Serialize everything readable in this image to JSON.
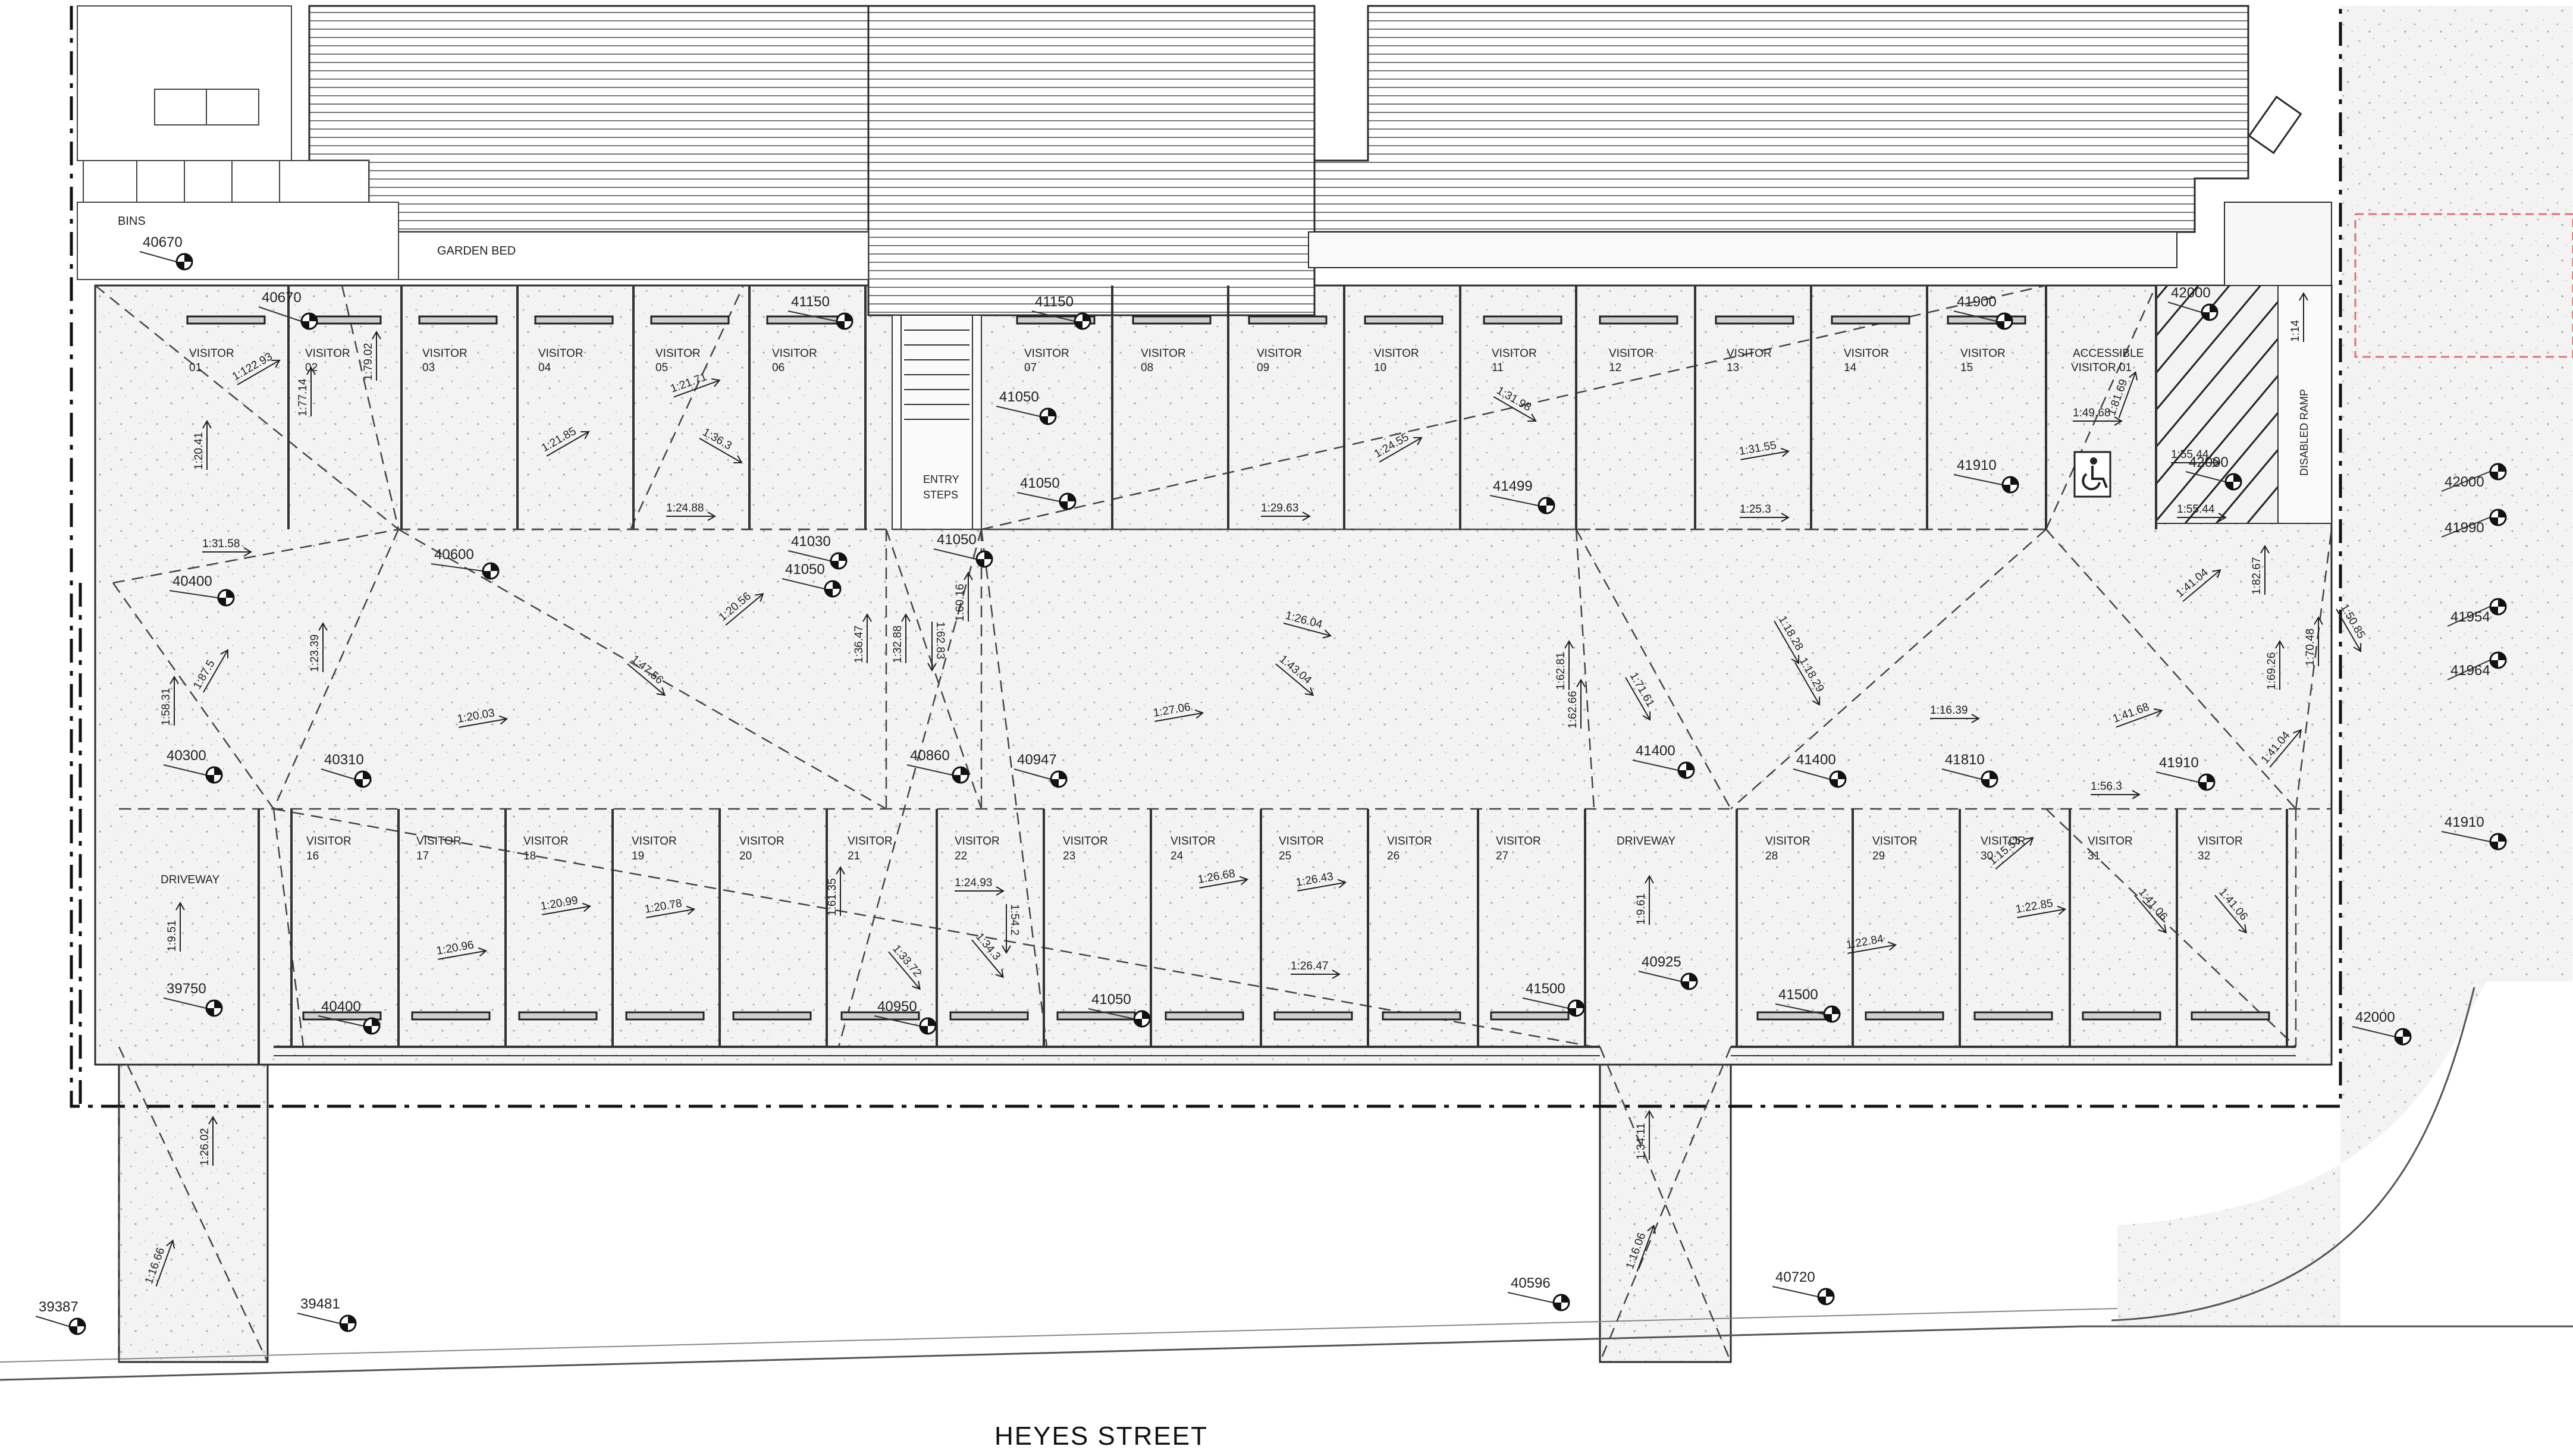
{
  "street_label": "HEYES STREET",
  "colors": {
    "line": "#2b2b2b",
    "paving": "#f1f1f1",
    "speckle": "#b9b9b9",
    "boundary_red": "#e07070"
  },
  "icons": [
    "level-marker-icon",
    "accessible-parking-icon",
    "slope-arrow-icon",
    "wheel-stop-icon"
  ],
  "labels": {
    "bins": "BINS",
    "garden_bed": "GARDEN BED",
    "entry_steps": [
      "ENTRY",
      "STEPS"
    ],
    "disabled_ramp": "DISABLED RAMP",
    "driveway": "DRIVEWAY",
    "accessible_visitor": [
      "ACCESSIBLE",
      "VISITOR 01"
    ]
  },
  "top_bays": [
    {
      "l1": "VISITOR",
      "l2": "01"
    },
    {
      "l1": "VISITOR",
      "l2": "02"
    },
    {
      "l1": "VISITOR",
      "l2": "03"
    },
    {
      "l1": "VISITOR",
      "l2": "04"
    },
    {
      "l1": "VISITOR",
      "l2": "05"
    },
    {
      "l1": "VISITOR",
      "l2": "06"
    },
    {
      "l1": "VISITOR",
      "l2": "07"
    },
    {
      "l1": "VISITOR",
      "l2": "08"
    },
    {
      "l1": "VISITOR",
      "l2": "09"
    },
    {
      "l1": "VISITOR",
      "l2": "10"
    },
    {
      "l1": "VISITOR",
      "l2": "11"
    },
    {
      "l1": "VISITOR",
      "l2": "12"
    },
    {
      "l1": "VISITOR",
      "l2": "13"
    },
    {
      "l1": "VISITOR",
      "l2": "14"
    },
    {
      "l1": "VISITOR",
      "l2": "15"
    }
  ],
  "bottom_bays": [
    {
      "l1": "VISITOR",
      "l2": "16"
    },
    {
      "l1": "VISITOR",
      "l2": "17"
    },
    {
      "l1": "VISITOR",
      "l2": "18"
    },
    {
      "l1": "VISITOR",
      "l2": "19"
    },
    {
      "l1": "VISITOR",
      "l2": "20"
    },
    {
      "l1": "VISITOR",
      "l2": "21"
    },
    {
      "l1": "VISITOR",
      "l2": "22"
    },
    {
      "l1": "VISITOR",
      "l2": "23"
    },
    {
      "l1": "VISITOR",
      "l2": "24"
    },
    {
      "l1": "VISITOR",
      "l2": "25"
    },
    {
      "l1": "VISITOR",
      "l2": "26"
    },
    {
      "l1": "VISITOR",
      "l2": "27"
    },
    {
      "l1": "VISITOR",
      "l2": "28"
    },
    {
      "l1": "VISITOR",
      "l2": "29"
    },
    {
      "l1": "VISITOR",
      "l2": "30"
    },
    {
      "l1": "VISITOR",
      "l2": "31"
    },
    {
      "l1": "VISITOR",
      "l2": "32"
    }
  ],
  "levels": [
    "40670",
    "40670",
    "41150",
    "41150",
    "41900",
    "42000",
    "41050",
    "41050",
    "41030",
    "41050",
    "41050",
    "40600",
    "40400",
    "41499",
    "41910",
    "42000",
    "42000",
    "41990",
    "41954",
    "41964",
    "40300",
    "40310",
    "40860",
    "40947",
    "41400",
    "41400",
    "41810",
    "41910",
    "41910",
    "39750",
    "40400",
    "40950",
    "41050",
    "41500",
    "40925",
    "41500",
    "42000",
    "40596",
    "40720",
    "39387",
    "39481"
  ],
  "slopes": [
    "1:122.93",
    "1:77.14",
    "1:79.02",
    "1:20.41",
    "1:21.85",
    "1:21.71",
    "1:36.3",
    "1:24.88",
    "1:31.58",
    "1:29.63",
    "1:24.55",
    "1:31.98",
    "1:31.55",
    "1:25.3",
    "1:49.68",
    "1:81.69",
    "1:55.44",
    "1:55.44",
    "1:14",
    "1:20.56",
    "1:36.47",
    "1:32.88",
    "1:62.83",
    "1:60.16",
    "1:23.39",
    "1:47.56",
    "1:26.04",
    "1:43.04",
    "1:18.28",
    "1:18.29",
    "1:41.04",
    "1:82.67",
    "1:50.85",
    "1:70.48",
    "1:69.26",
    "1:87.5",
    "1:58.31",
    "1:20.03",
    "1:27.06",
    "1:62.66",
    "1:71.61",
    "1:62.81",
    "1:16.39",
    "1:41.68",
    "1:41.04",
    "1:56.3",
    "1:9.51",
    "1:20.96",
    "1:20.99",
    "1:20.78",
    "1:61.35",
    "1:24.93",
    "1:54.2",
    "1:34.3",
    "1:33.72",
    "1:26.68",
    "1:26.43",
    "1:26.47",
    "1:9.61",
    "1:22.84",
    "1:15.53",
    "1:22.85",
    "1:41.06",
    "1:41.06",
    "1:26.02",
    "1:16.66",
    "1:34.11",
    "1:16.06"
  ]
}
